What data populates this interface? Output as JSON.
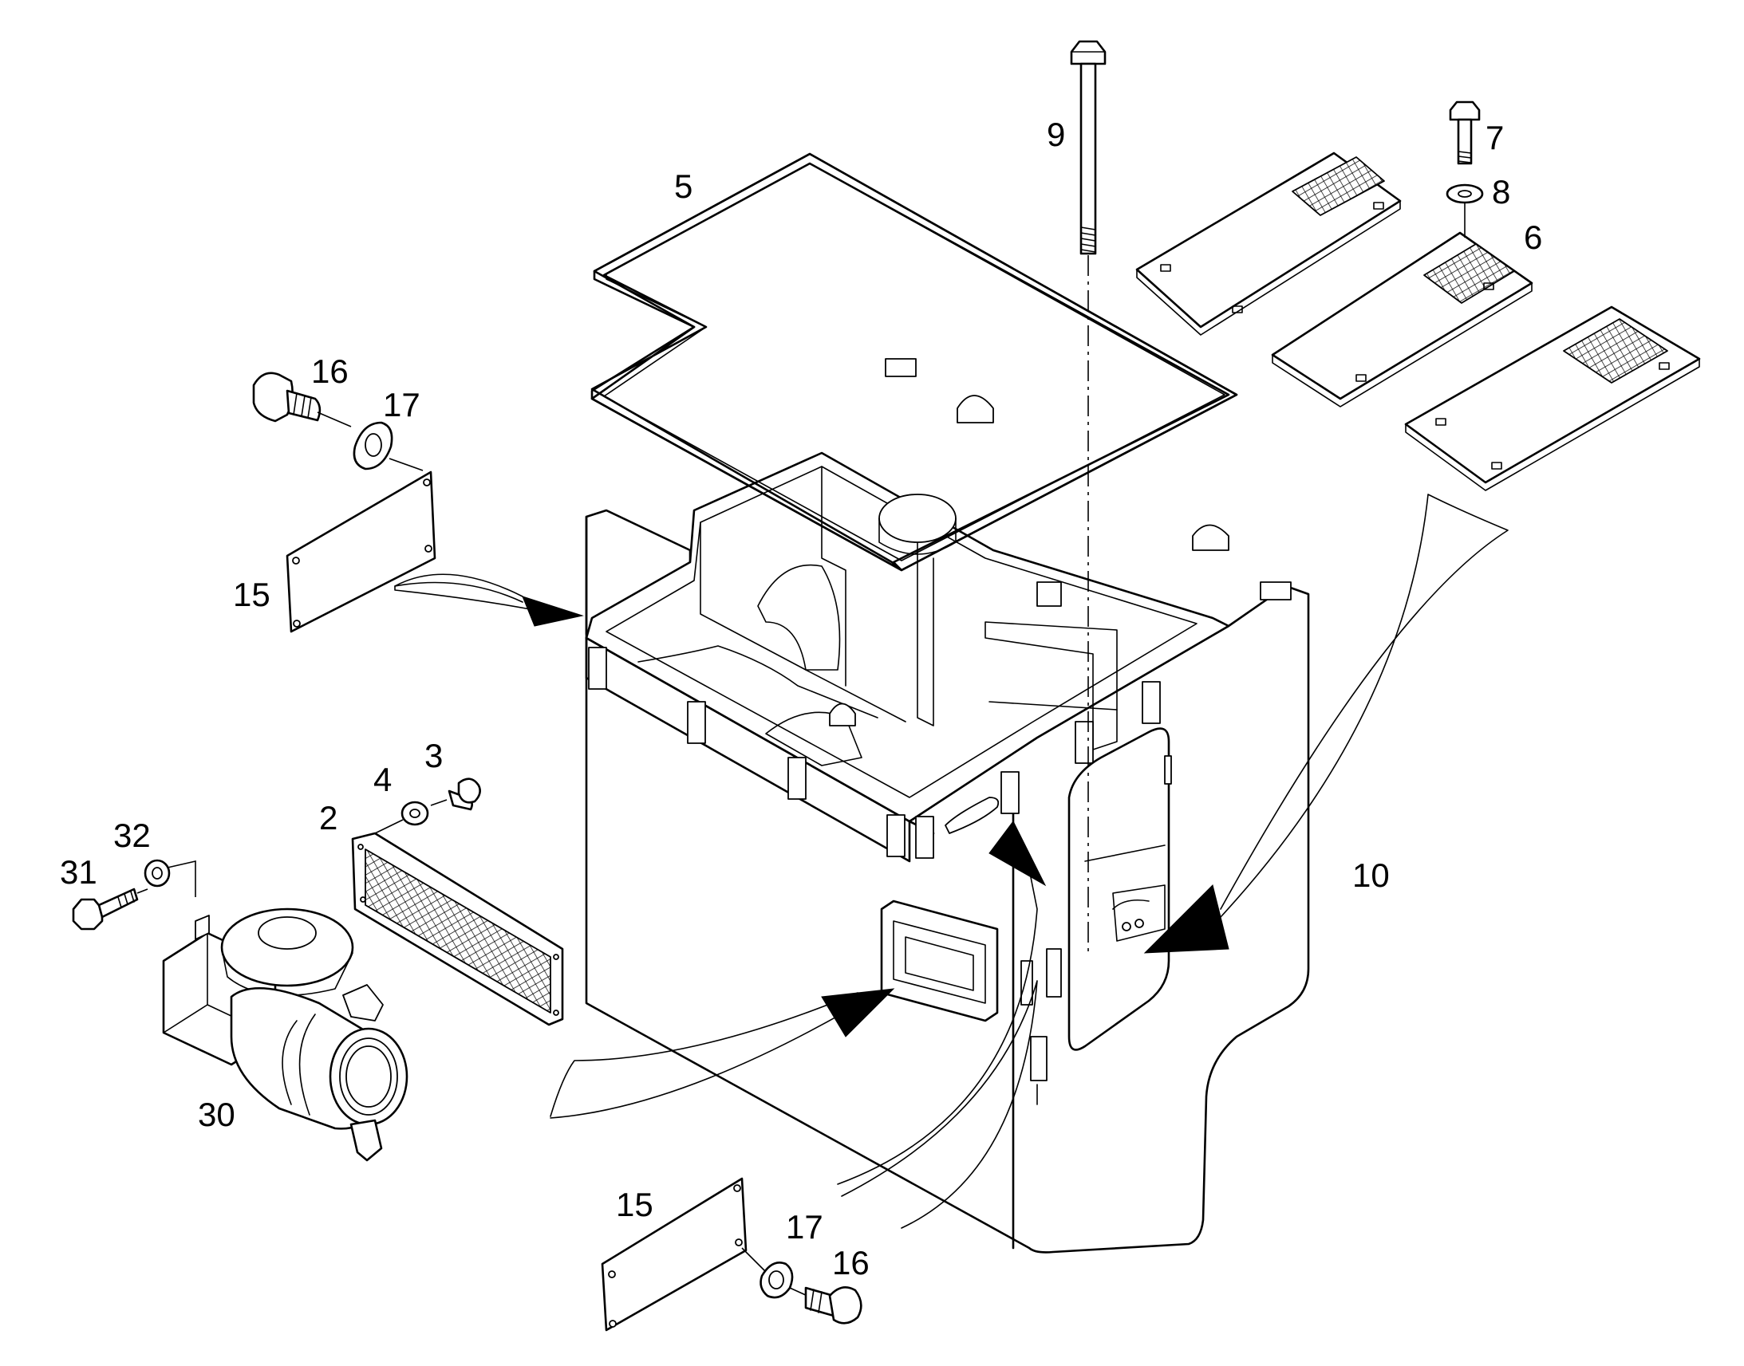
{
  "callouts": [
    {
      "id": "c9",
      "text": "9"
    },
    {
      "id": "c7",
      "text": "7"
    },
    {
      "id": "c8",
      "text": "8"
    },
    {
      "id": "c6",
      "text": "6"
    },
    {
      "id": "c5",
      "text": "5"
    },
    {
      "id": "c16a",
      "text": "16"
    },
    {
      "id": "c17a",
      "text": "17"
    },
    {
      "id": "c15a",
      "text": "15"
    },
    {
      "id": "c3",
      "text": "3"
    },
    {
      "id": "c4",
      "text": "4"
    },
    {
      "id": "c2",
      "text": "2"
    },
    {
      "id": "c32",
      "text": "32"
    },
    {
      "id": "c31",
      "text": "31"
    },
    {
      "id": "c30",
      "text": "30"
    },
    {
      "id": "c10",
      "text": "10"
    },
    {
      "id": "c15b",
      "text": "15"
    },
    {
      "id": "c17b",
      "text": "17"
    },
    {
      "id": "c16b",
      "text": "16"
    }
  ]
}
